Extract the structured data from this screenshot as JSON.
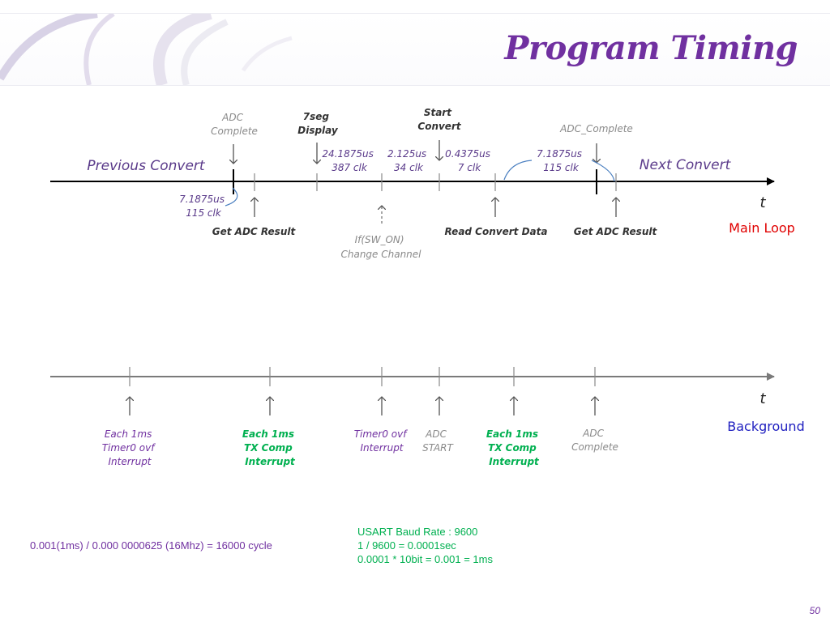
{
  "title": "Program Timing",
  "page_number": "50",
  "main_loop": {
    "row_label": "Main Loop",
    "axis_symbol": "t",
    "phase_labels": {
      "previous": "Previous Convert",
      "next": "Next Convert"
    },
    "markers_above": [
      {
        "lines": [
          "ADC",
          "Complete"
        ]
      },
      {
        "lines": [
          "7seg",
          "Display"
        ]
      },
      {
        "lines": [
          "Start",
          "Convert"
        ]
      },
      {
        "lines": [
          "ADC_Complete"
        ]
      }
    ],
    "durations_above": [
      {
        "lines": [
          "24.1875us",
          "387 clk"
        ]
      },
      {
        "lines": [
          "2.125us",
          "34 clk"
        ]
      },
      {
        "lines": [
          "0.4375us",
          "7 clk"
        ]
      },
      {
        "lines": [
          "7.1875us",
          "115 clk"
        ]
      }
    ],
    "duration_below": {
      "lines": [
        "7.1875us",
        "115 clk"
      ]
    },
    "markers_below": [
      {
        "lines": [
          "Get ADC Result"
        ]
      },
      {
        "lines": [
          "If(SW_ON)",
          "Change Channel"
        ]
      },
      {
        "lines": [
          "Read Convert Data"
        ]
      },
      {
        "lines": [
          "Get ADC Result"
        ]
      }
    ]
  },
  "background": {
    "row_label": "Background",
    "axis_symbol": "t",
    "markers": [
      {
        "lines": [
          "Each 1ms",
          "Timer0 ovf",
          "Interrupt"
        ]
      },
      {
        "lines": [
          "Each 1ms",
          "TX Comp",
          "Interrupt"
        ]
      },
      {
        "lines": [
          "Timer0 ovf",
          "Interrupt"
        ]
      },
      {
        "lines": [
          "ADC",
          "START"
        ]
      },
      {
        "lines": [
          "Each 1ms",
          "TX Comp",
          "Interrupt"
        ]
      },
      {
        "lines": [
          "ADC",
          "Complete"
        ]
      }
    ]
  },
  "notes": {
    "formula": "0.001(1ms) / 0.000 0000625 (16Mhz) = 16000 cycle",
    "usart": [
      "USART Baud Rate : 9600",
      "1 / 9600 = 0.0001sec",
      "0.0001 * 10bit = 0.001 = 1ms"
    ]
  },
  "colors": {
    "title": "#7030a0",
    "main_loop_label": "#e00000",
    "background_label": "#2020c0",
    "green_text": "#00b050",
    "purple_text": "#7030a0",
    "gray_text": "#808080",
    "axis": "#000000",
    "bracket": "#4a7fc0"
  }
}
